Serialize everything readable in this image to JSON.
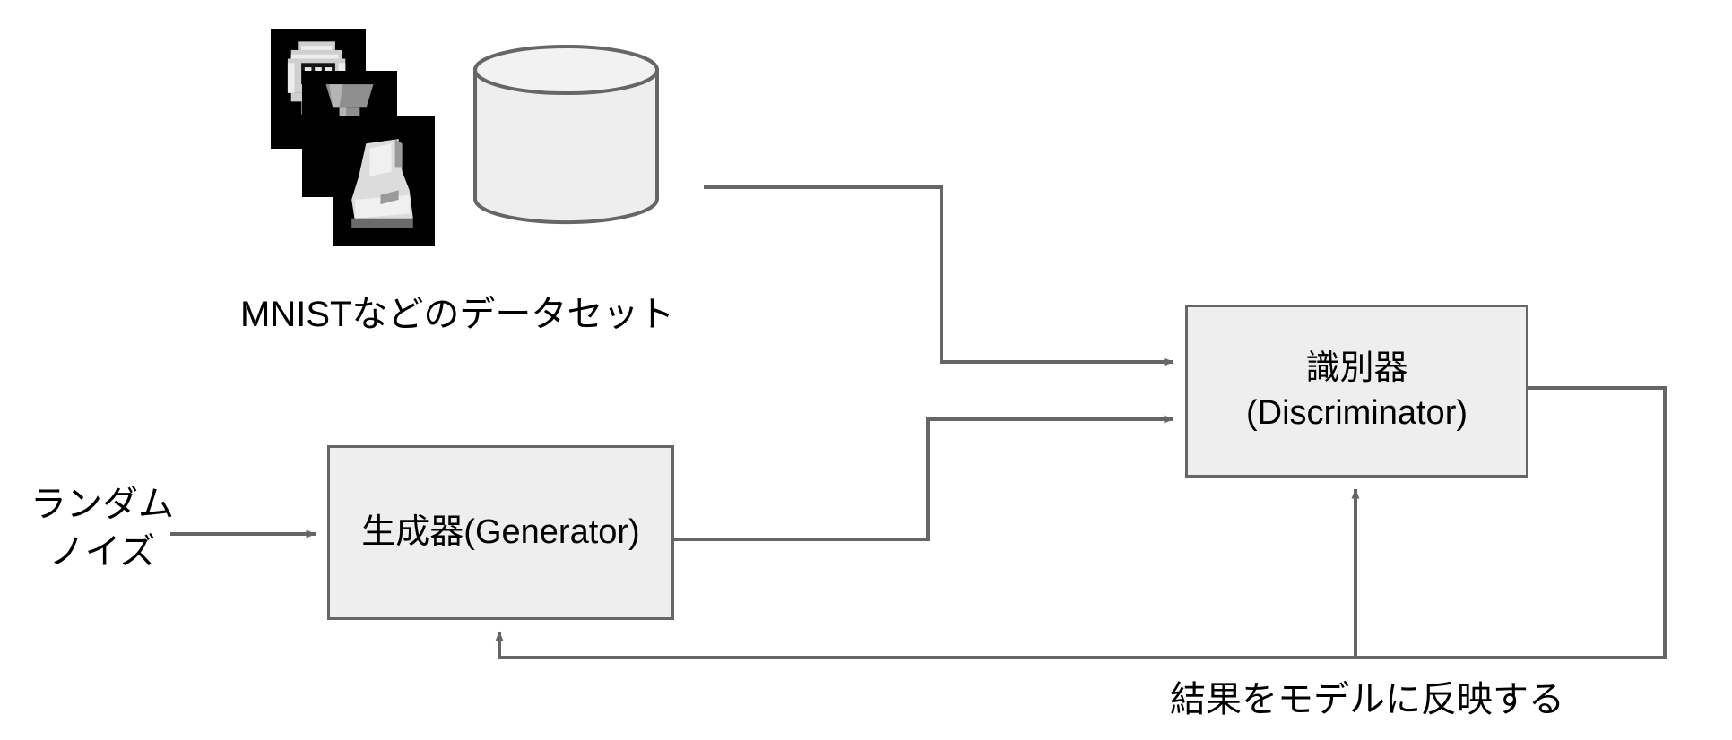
{
  "diagram": {
    "title": "GAN architecture diagram (Japanese)",
    "palette": {
      "node_fill": "#eeeeee",
      "node_stroke": "#666666",
      "connector": "#666666",
      "text": "#000000",
      "background": "#ffffff",
      "thumbnail_background": "#000000"
    },
    "nodes": [
      {
        "id": "discriminator",
        "label_line1": "識別器",
        "label_line2": "(Discriminator)",
        "shape": "rectangle"
      },
      {
        "id": "generator",
        "label_line1": "生成器(Generator)",
        "label_line2": "",
        "shape": "rectangle"
      },
      {
        "id": "database",
        "label": "",
        "shape": "cylinder"
      }
    ],
    "captions": {
      "dataset": "MNISTなどのデータセット",
      "random_noise": "ランダム\nノイズ",
      "feedback": "結果をモデルに反映する"
    },
    "thumbnails": [
      {
        "id": "thumb-bag",
        "alt": "fashion-mnist-bag-sample"
      },
      {
        "id": "thumb-sandal",
        "alt": "fashion-mnist-sandal-sample"
      },
      {
        "id": "thumb-boot",
        "alt": "fashion-mnist-boot-sample"
      }
    ],
    "edges": [
      {
        "id": "noise-to-generator",
        "from": "random-noise",
        "to": "generator",
        "arrow": true
      },
      {
        "id": "dataset-to-discriminator",
        "from": "database",
        "to": "discriminator",
        "arrow": true
      },
      {
        "id": "generator-to-discriminator",
        "from": "generator",
        "to": "discriminator",
        "arrow": true
      },
      {
        "id": "discriminator-feedback",
        "from": "discriminator",
        "to": "generator",
        "arrow": true
      },
      {
        "id": "feedback-to-discriminator",
        "from": "feedback-bus",
        "to": "discriminator",
        "arrow": true
      }
    ]
  }
}
